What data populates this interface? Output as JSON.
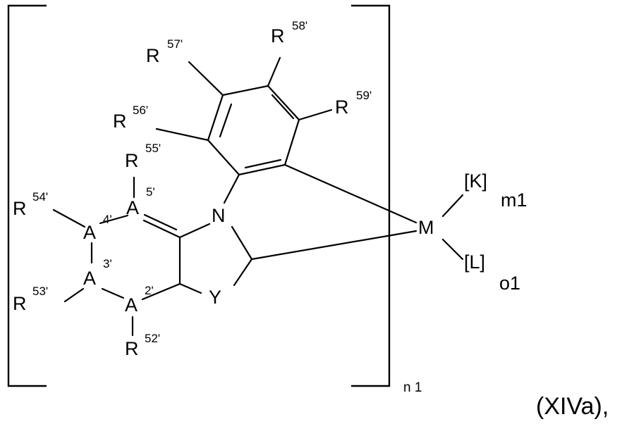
{
  "atoms": {
    "r57": "R",
    "r57_sup": "57'",
    "r58": "R",
    "r58_sup": "58'",
    "r59": "R",
    "r59_sup": "59'",
    "r56": "R",
    "r56_sup": "56'",
    "r55": "R",
    "r55_sup": "55'",
    "r54": "R",
    "r54_sup": "54'",
    "r53": "R",
    "r53_sup": "53'",
    "r52": "R",
    "r52_sup": "52'",
    "a5": "A",
    "a5_sup": "5'",
    "a4": "A",
    "a4_sup": "4'",
    "a3": "A",
    "a3_sup": "3'",
    "a2": "A",
    "a2_sup": "2'",
    "n": "N",
    "y": "Y",
    "m": "M",
    "k": "[K]",
    "l": "[L]"
  },
  "subscripts": {
    "m1": "m1",
    "o1": "o1",
    "n1": "n 1"
  },
  "formula_label": "(XIVa),"
}
